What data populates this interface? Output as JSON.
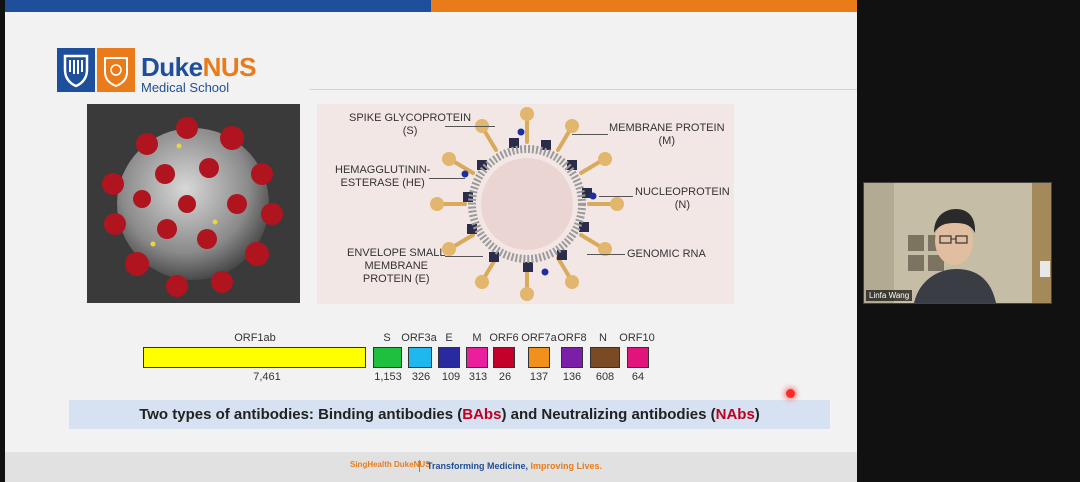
{
  "colors": {
    "brand_blue": "#1f4e9a",
    "brand_orange": "#ea7b1b",
    "banner_bg": "#d6e1f1",
    "highlight_red": "#c0001f"
  },
  "slide": {
    "logo": {
      "duke": "Duke",
      "nus": "NUS",
      "subtitle": "Medical School"
    },
    "diagram_labels": {
      "spike": "SPIKE GLYCOPROTEIN\n(S)",
      "membrane": "MEMBRANE PROTEIN\n(M)",
      "hemagglutinin": "HEMAGGLUTININ-\nESTERASE (HE)",
      "nucleoprotein": "NUCLEOPROTEIN\n(N)",
      "envelope": "ENVELOPE SMALL\nMEMBRANE\nPROTEIN (E)",
      "genomic_rna": "GENOMIC RNA"
    },
    "genome": [
      {
        "name": "ORF1ab",
        "length": "7,461",
        "color": "#ffff00"
      },
      {
        "name": "S",
        "length": "1,153",
        "color": "#1fbf3f"
      },
      {
        "name": "ORF3a",
        "length": "326",
        "color": "#1fb8ee"
      },
      {
        "name": "E",
        "length": "109",
        "color": "#2a2aa0"
      },
      {
        "name": "M",
        "length": "313",
        "color": "#ea1f9e"
      },
      {
        "name": "ORF6",
        "length": "26",
        "color": "#c4002a"
      },
      {
        "name": "ORF7a",
        "length": "137",
        "color": "#f2901c"
      },
      {
        "name": "ORF8",
        "length": "136",
        "color": "#7b1fa8"
      },
      {
        "name": "N",
        "length": "608",
        "color": "#7a4a25"
      },
      {
        "name": "ORF10",
        "length": "64",
        "color": "#e0147a"
      }
    ],
    "banner": {
      "prefix": "Two types of antibodies:   Binding antibodies (",
      "babs": "BAbs",
      "middle": ") and Neutralizing antibodies (",
      "nabs": "NAbs",
      "suffix": ")"
    },
    "footer": {
      "logos": "SingHealth DukeNUS",
      "tagline_part1": "Transforming Medicine, ",
      "tagline_part2": "Improving Lives."
    }
  },
  "video": {
    "participant_name": "Linfa Wang"
  }
}
